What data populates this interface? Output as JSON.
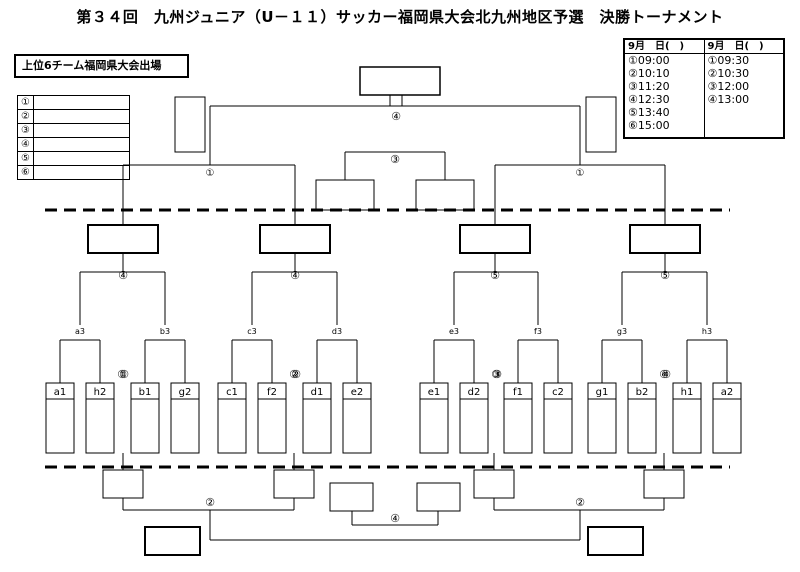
{
  "title": "第３４回　九州ジュニア（U－１１）サッカー福岡県大会北九州地区予選　決勝トーナメント",
  "qualify_label": "上位6チーム福岡県大会出場",
  "ranks": [
    "①",
    "②",
    "③",
    "④",
    "⑤",
    "⑥"
  ],
  "schedule": [
    {
      "header": "9月　日(　)",
      "slots": [
        "①09:00",
        "②10:10",
        "③11:20",
        "④12:30",
        "⑤13:40",
        "⑥15:00"
      ]
    },
    {
      "header": "9月　日(　)",
      "slots": [
        "①09:30",
        "②10:30",
        "③12:00",
        "④13:00"
      ]
    }
  ],
  "bracket": {
    "top_match": "④",
    "upper_left": "①",
    "upper_right": "①",
    "third_place": "③",
    "quarters": [
      "④",
      "④",
      "⑤",
      "⑤"
    ],
    "group_labels": [
      "a3",
      "b3",
      "c3",
      "d3",
      "e3",
      "f3",
      "g3",
      "h3"
    ],
    "first_round_matches": [
      "①",
      "①",
      "②",
      "②",
      "③",
      "③",
      "④",
      "④"
    ],
    "teams": [
      "a1",
      "h2",
      "b1",
      "g2",
      "c1",
      "f2",
      "d1",
      "e2",
      "e1",
      "d2",
      "f1",
      "c2",
      "g1",
      "b2",
      "h1",
      "a2"
    ],
    "lower_left": "②",
    "lower_right": "②",
    "lower_center": "④"
  }
}
